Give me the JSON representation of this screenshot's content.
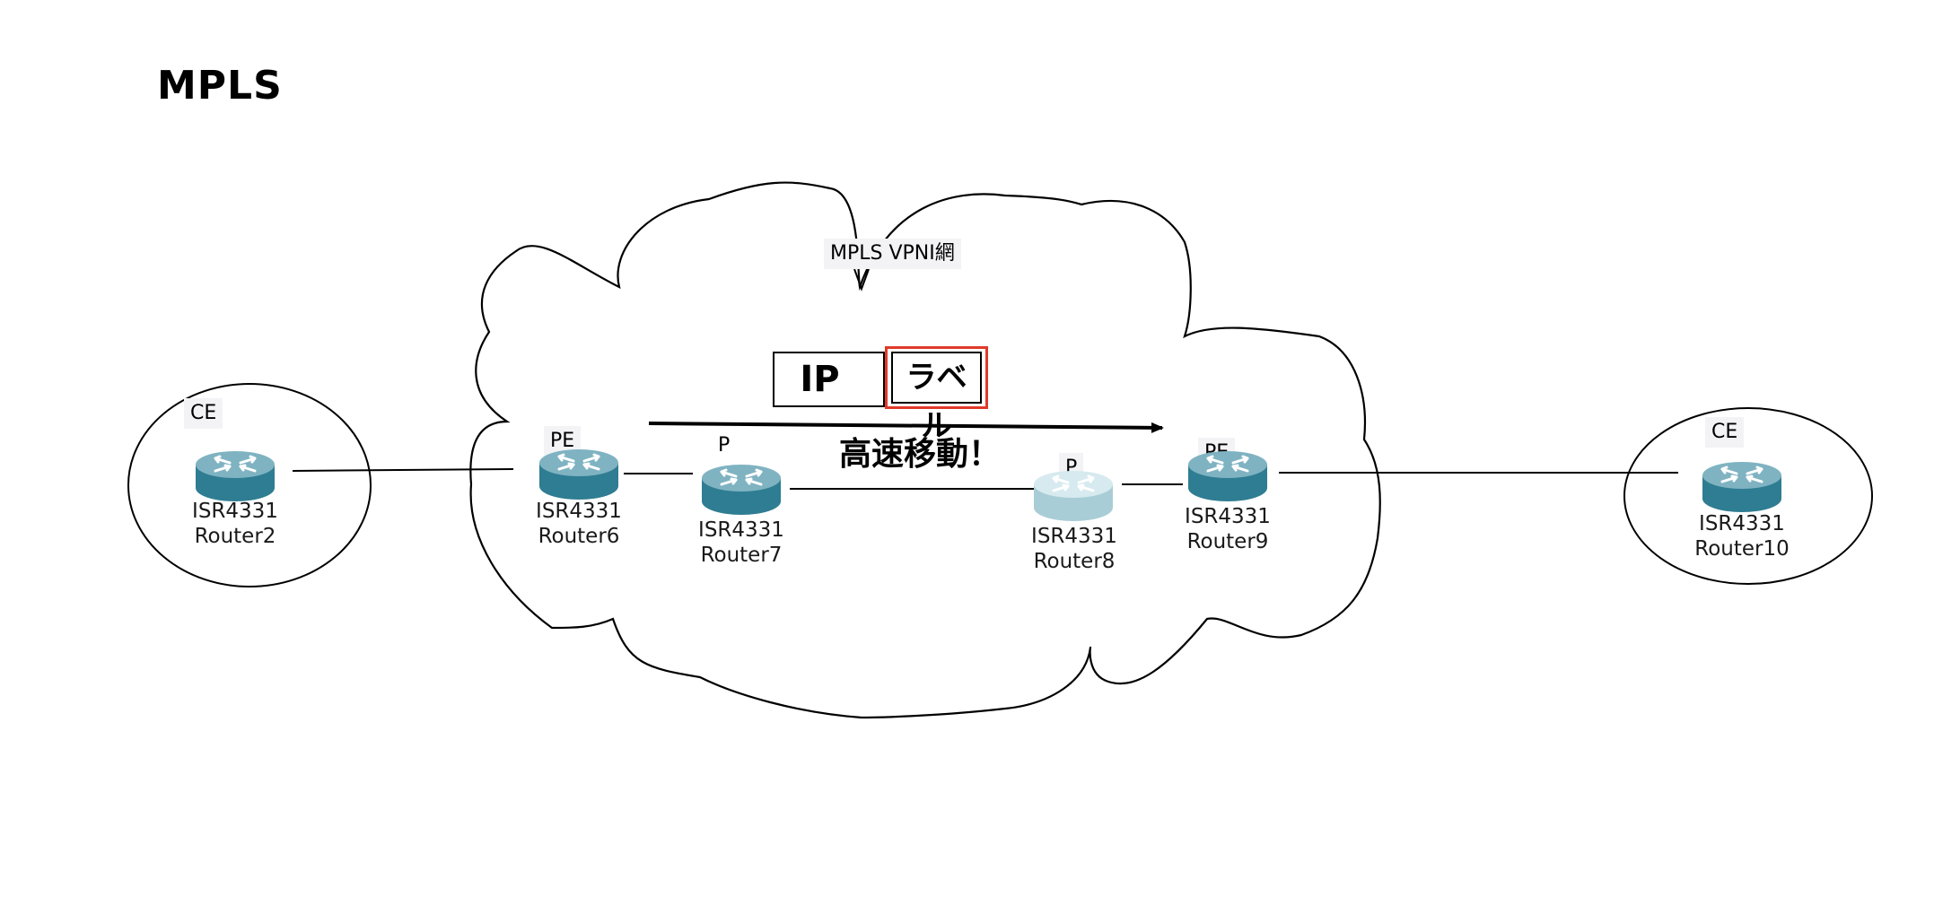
{
  "title": "MPLS",
  "cloud_label": "MPLS VPNI網",
  "packet": {
    "ip_label": "IP",
    "mpls_label": "ラベル",
    "label_border_color": "#e03a2a"
  },
  "arrow_caption": "高速移動！",
  "routers": [
    {
      "id": "router2",
      "role": "CE",
      "model": "ISR4331",
      "name": "Router2",
      "shade": "dark"
    },
    {
      "id": "router6",
      "role": "PE",
      "model": "ISR4331",
      "name": "Router6",
      "shade": "dark"
    },
    {
      "id": "router7",
      "role": "P",
      "model": "ISR4331",
      "name": "Router7",
      "shade": "dark"
    },
    {
      "id": "router8",
      "role": "P",
      "model": "ISR4331",
      "name": "Router8",
      "shade": "light"
    },
    {
      "id": "router9",
      "role": "PE",
      "model": "ISR4331",
      "name": "Router9",
      "shade": "dark"
    },
    {
      "id": "router10",
      "role": "CE",
      "model": "ISR4331",
      "name": "Router10",
      "shade": "dark"
    }
  ],
  "colors": {
    "router_dark_top": "#7fb3c2",
    "router_dark_side": "#2f7d92",
    "router_light_top": "#d6eaef",
    "router_light_side": "#a9cdd7"
  }
}
